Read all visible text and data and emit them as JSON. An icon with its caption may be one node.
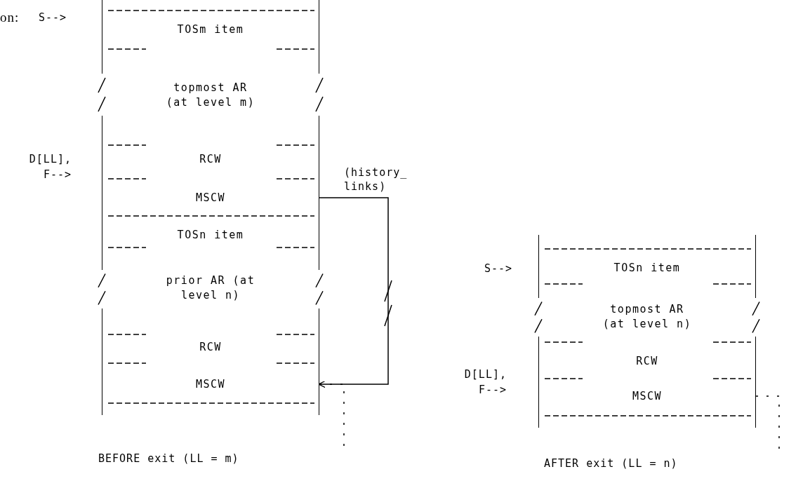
{
  "diagram": {
    "nodes": [
      {
        "text": [
          "TOSm item"
        ]
      },
      {
        "text": [
          "topmost AR (at level m)"
        ]
      },
      {
        "text": [
          "RCW"
        ]
      },
      {
        "text": [
          "MSCW"
        ]
      },
      {
        "text": [
          "TOSn item"
        ]
      },
      {
        "text": [
          "prior AR (at level n)"
        ]
      },
      {
        "text": [
          "RCW"
        ]
      },
      {
        "text": [
          "MSCW"
        ]
      },
      {
        "text": [
          "TOSn item"
        ]
      },
      {
        "text": [
          "topmost AR (at level n)"
        ]
      },
      {
        "text": [
          "RCW"
        ]
      },
      {
        "text": [
          "MSCW"
        ]
      }
    ],
    "edges": [
      {
        "from": 3,
        "to": 7,
        "arrow": "to",
        "label": "(history_ links)"
      },
      {
        "from": 7,
        "to": null,
        "arrow": "none",
        "style": "dashed"
      },
      {
        "from": 11,
        "to": null,
        "arrow": "none",
        "style": "dashed"
      }
    ],
    "labels": [
      "on:",
      "S-->",
      "D[LL], F-->",
      "S-->",
      "D[LL], F-->",
      "BEFORE exit (LL = m)",
      "AFTER exit (LL = n)"
    ]
  }
}
